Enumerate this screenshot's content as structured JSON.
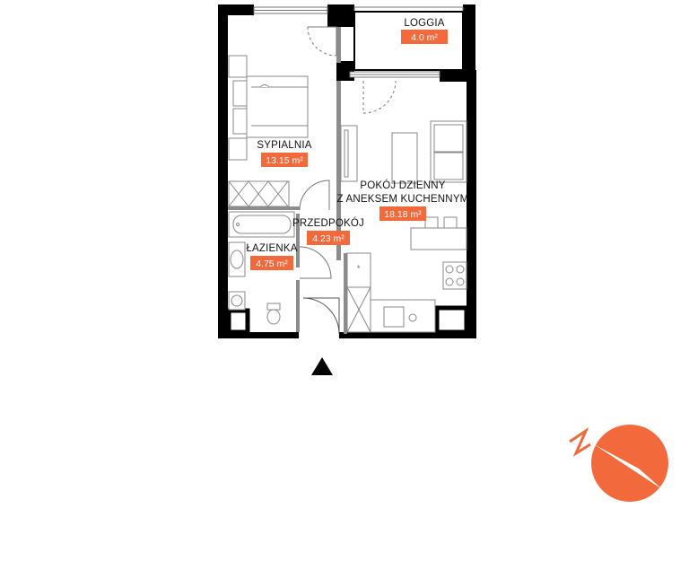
{
  "colors": {
    "wall": "#000000",
    "partition": "#8c8c8c",
    "fixture_stroke": "#9a9a9a",
    "accent": "#f26a3c",
    "area_text": "#ffffff"
  },
  "rooms": [
    {
      "id": "loggia",
      "name": "LOGGIA",
      "area": "4.0 m²"
    },
    {
      "id": "sypialnia",
      "name": "SYPIALNIA",
      "area": "13.15 m²"
    },
    {
      "id": "pokoj",
      "name_line1": "POKÓJ DZIENNY",
      "name_line2": "Z ANEKSEM KUCHENNYM",
      "area": "18.18 m²"
    },
    {
      "id": "przedpokoj",
      "name": "PRZEDPOKÓJ",
      "area": "4.23 m²"
    },
    {
      "id": "lazienka",
      "name": "ŁAZIENKA",
      "area": "4.75 m²"
    }
  ],
  "entrance_marker": {
    "icon": "triangle-up-icon"
  },
  "compass": {
    "icon": "north-compass-icon",
    "letter": "N",
    "rotation_deg": -60
  }
}
